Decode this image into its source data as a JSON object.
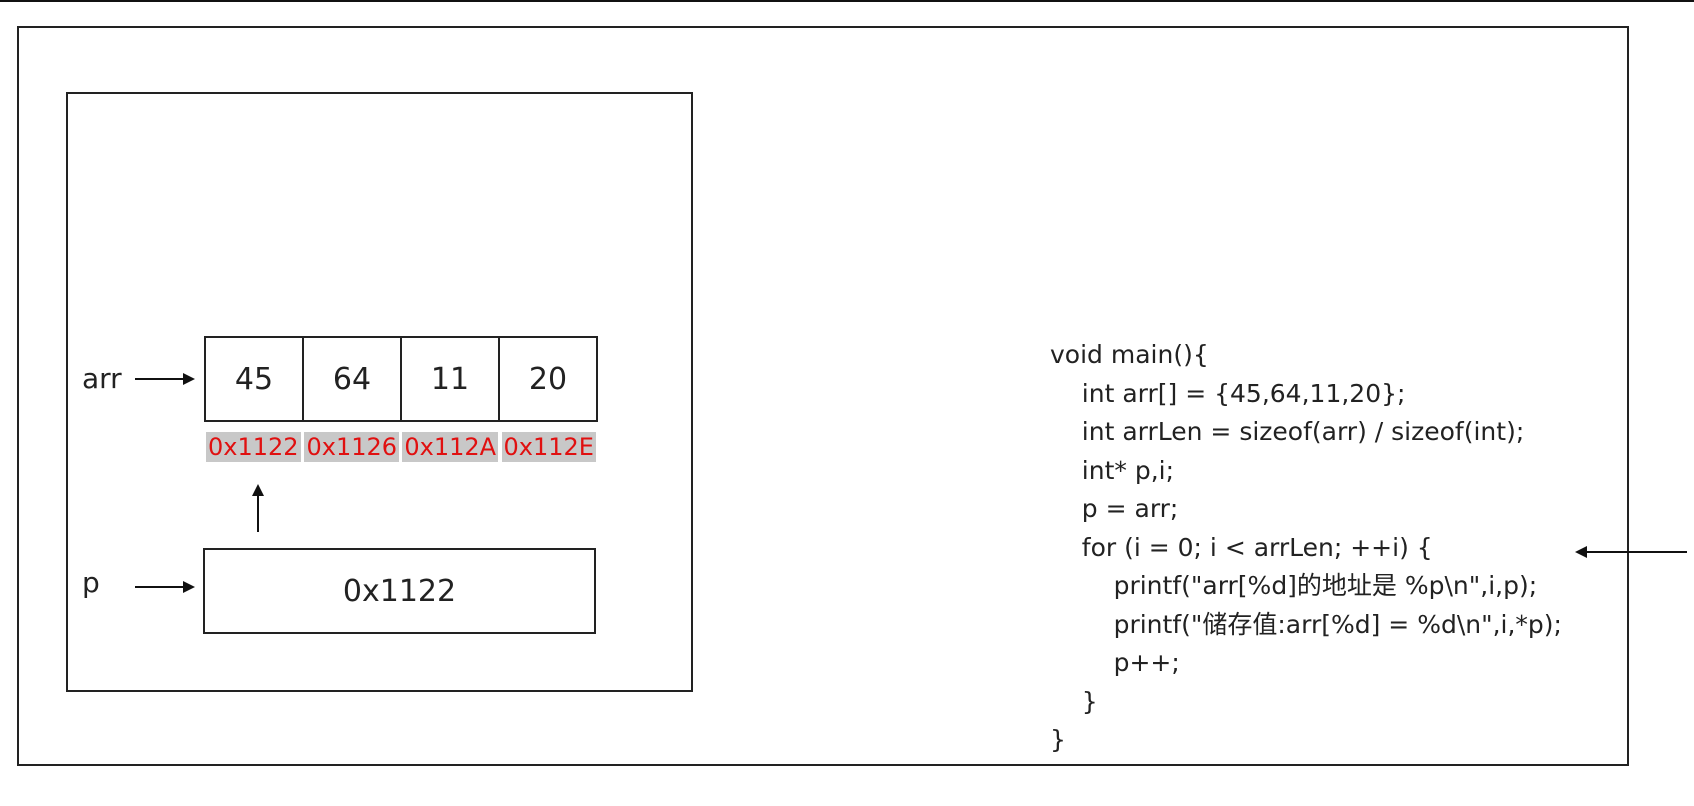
{
  "diagram": {
    "arr_label": "arr",
    "p_label": "p",
    "array_values": [
      "45",
      "64",
      "11",
      "20"
    ],
    "addresses": [
      "0x1122",
      "0x1126",
      "0x112A",
      "0x112E"
    ],
    "pointer_value": "0x1122",
    "address_color": "#e01010"
  },
  "code": {
    "lines": [
      "void main(){",
      "    int arr[] = {45,64,11,20};",
      "    int arrLen = sizeof(arr) / sizeof(int);",
      "    int* p,i;",
      "    p = arr;",
      "    for (i = 0; i < arrLen; ++i) {",
      "        printf(\"arr[%d]的地址是 %p\\n\",i,p);",
      "        printf(\"储存值:arr[%d] = %d\\n\",i,*p);",
      "        p++;",
      "    }",
      "}"
    ],
    "current_line_index": 5
  }
}
